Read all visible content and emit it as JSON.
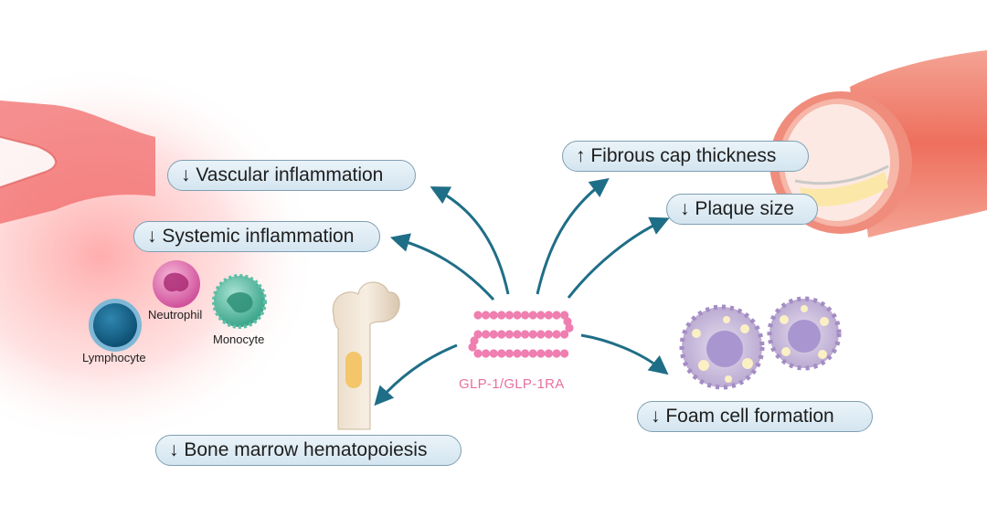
{
  "center": {
    "label": "GLP-1/GLP-1RA"
  },
  "effects": {
    "vascular": "↓ Vascular inflammation",
    "systemic": "↓ Systemic inflammation",
    "bone_marrow": "↓ Bone marrow hematopoiesis",
    "fibrous_cap": "↑ Fibrous cap thickness",
    "plaque": "↓ Plaque size",
    "foam_cell": "↓ Foam cell formation"
  },
  "cells": {
    "neutrophil": "Neutrophil",
    "monocyte": "Monocyte",
    "lymphocyte": "Lymphocyte"
  },
  "colors": {
    "arrow": "#1f6e87",
    "peptide": "#ef7fb0",
    "pill_fill": "#dce9f2",
    "pill_border": "#7f9fb3",
    "vessel": "#ec7d6c"
  }
}
